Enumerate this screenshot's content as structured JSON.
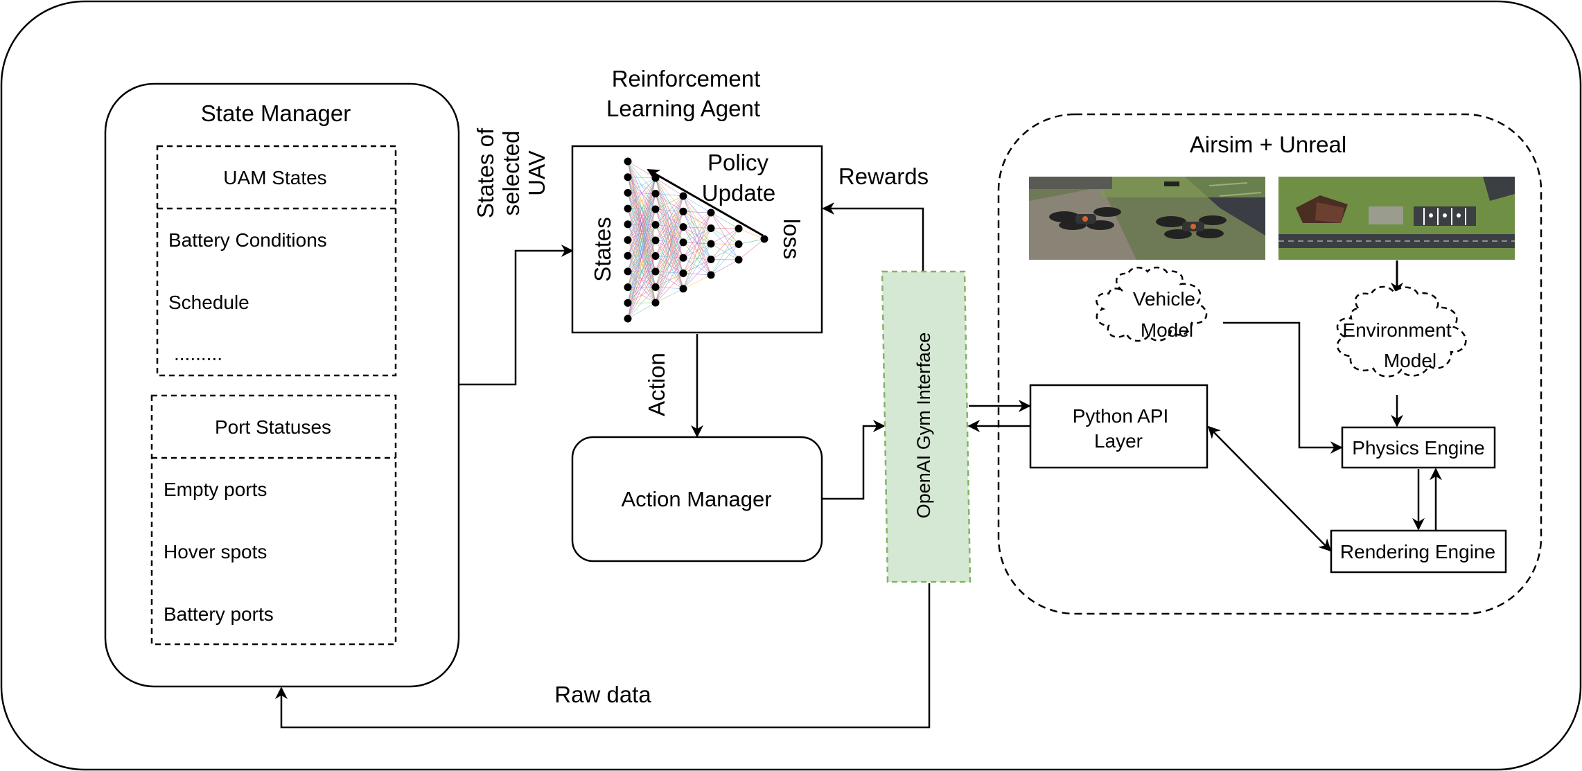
{
  "state_manager": {
    "title": "State Manager",
    "uam_header": "UAM States",
    "uam_items": [
      "Battery Conditions",
      "Schedule",
      "........."
    ],
    "port_header": "Port Statuses",
    "port_items": [
      "Empty ports",
      "Hover spots",
      "Battery ports"
    ]
  },
  "rl_agent": {
    "title_line1": "Reinforcement",
    "title_line2": "Learning Agent",
    "policy_line1": "Policy",
    "policy_line2": "Update",
    "states_label": "States",
    "loss_label": "loss"
  },
  "labels": {
    "states_selected_line1": "States of",
    "states_selected_line2": "selected",
    "states_selected_line3": "UAV",
    "rewards": "Rewards",
    "action": "Action",
    "raw_data": "Raw data"
  },
  "action_manager": {
    "label": "Action Manager"
  },
  "gym": {
    "label": "OpenAI Gym Interface"
  },
  "python_api": {
    "line1": "Python API",
    "line2": "Layer"
  },
  "airsim": {
    "title": "Airsim + Unreal",
    "vehicle_line1": "Vehicle",
    "vehicle_line2": "Model",
    "env_line1": "Environment",
    "env_line2": "Model",
    "physics": "Physics Engine",
    "rendering": "Rendering Engine"
  },
  "colors": {
    "gym_fill": "#d5e8d4",
    "gym_stroke": "#82b366",
    "line": "#000000"
  }
}
